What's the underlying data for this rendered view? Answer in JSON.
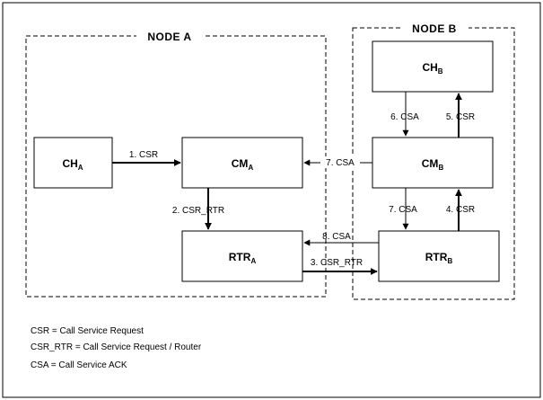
{
  "nodes": {
    "node_a": {
      "title": "NODE A"
    },
    "node_b": {
      "title": "NODE B"
    }
  },
  "boxes": {
    "ch_a": {
      "main": "CH",
      "sub": "A"
    },
    "cm_a": {
      "main": "CM",
      "sub": "A"
    },
    "rtr_a": {
      "main": "RTR",
      "sub": "A"
    },
    "ch_b": {
      "main": "CH",
      "sub": "B"
    },
    "cm_b": {
      "main": "CM",
      "sub": "B"
    },
    "rtr_b": {
      "main": "RTR",
      "sub": "B"
    }
  },
  "messages": {
    "m1": "1. CSR",
    "m2": "2. CSR_RTR",
    "m3": "3. CSR_RTR",
    "m4": "4. CSR",
    "m5": "5. CSR",
    "m6": "6. CSA",
    "m7a": "7. CSA",
    "m7b": "7. CSA",
    "m8": "8. CSA"
  },
  "legend": [
    "CSR = Call Service Request",
    "CSR_RTR = Call Service Request / Router",
    "CSA = Call Service ACK"
  ]
}
